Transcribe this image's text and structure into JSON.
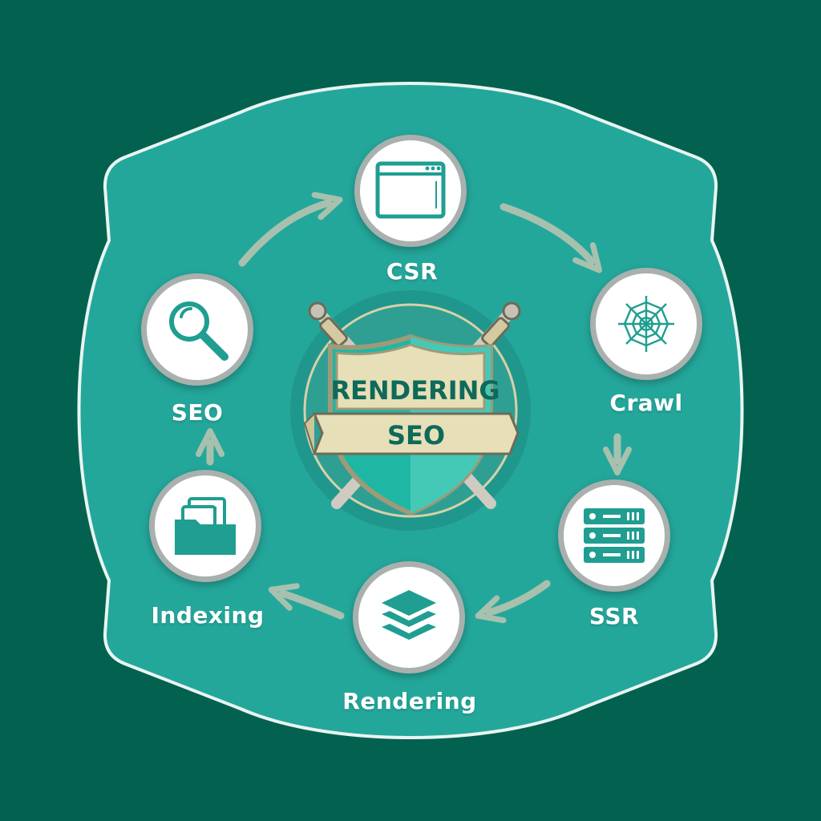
{
  "badge": {
    "top_text": "RENDERING",
    "ribbon_text": "SEO"
  },
  "nodes": [
    {
      "label": "CSR",
      "icon": "browser-window-icon"
    },
    {
      "label": "Crawl",
      "icon": "spider-web-icon"
    },
    {
      "label": "SSR",
      "icon": "server-rack-icon"
    },
    {
      "label": "Rendering",
      "icon": "layers-icon"
    },
    {
      "label": "Indexing",
      "icon": "folder-documents-icon"
    },
    {
      "label": "SEO",
      "icon": "magnifier-icon"
    }
  ],
  "colors": {
    "page_bg": "#03614f",
    "panel_bg": "#24a79b",
    "panel_border": "#e8f4f1",
    "icon_teal": "#1f9e91",
    "node_ring": "#a9b0ad",
    "arrow": "#a8c1ae",
    "label": "#ffffff",
    "badge_text": "#0e6a5a",
    "badge_parchment": "#e7dfb8"
  }
}
